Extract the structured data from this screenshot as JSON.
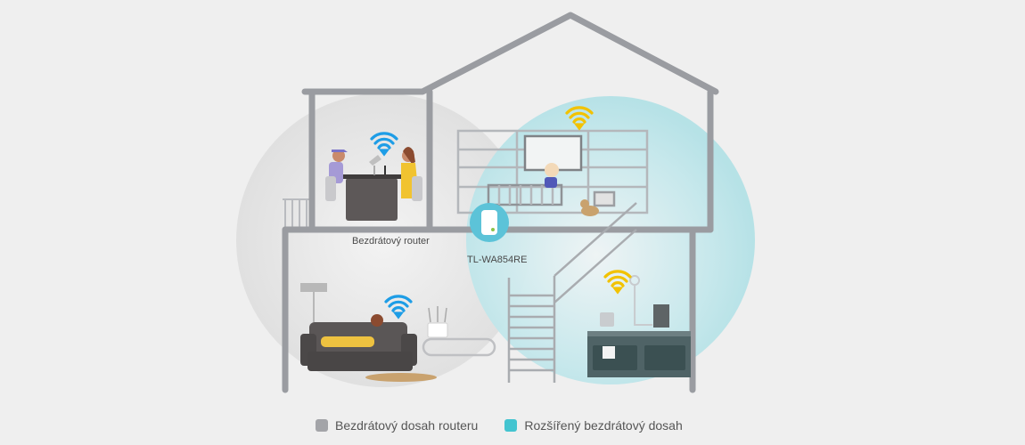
{
  "diagram": {
    "title": "House Wi-Fi coverage with range extender",
    "labels": {
      "router": "Bezdrátový router",
      "extender": "TL-WA854RE"
    },
    "legend": [
      {
        "label": "Bezdrátový dosah routeru",
        "color": "#a3a4a8"
      },
      {
        "label": "Rozšířený bezdrátový dosah",
        "color": "#43c4d0"
      }
    ],
    "colors": {
      "background": "#efefef",
      "house_outline": "#9a9ca1",
      "router_coverage": "#e3e3e3",
      "extender_coverage": "#b5e2e7",
      "wifi_router": "#1e9de6",
      "wifi_extender": "#f2c200"
    },
    "rooms": [
      {
        "name": "office",
        "wifi": "router"
      },
      {
        "name": "nursery",
        "wifi": "extender"
      },
      {
        "name": "living-room",
        "wifi": "router"
      },
      {
        "name": "kitchen",
        "wifi": "extender"
      }
    ]
  }
}
